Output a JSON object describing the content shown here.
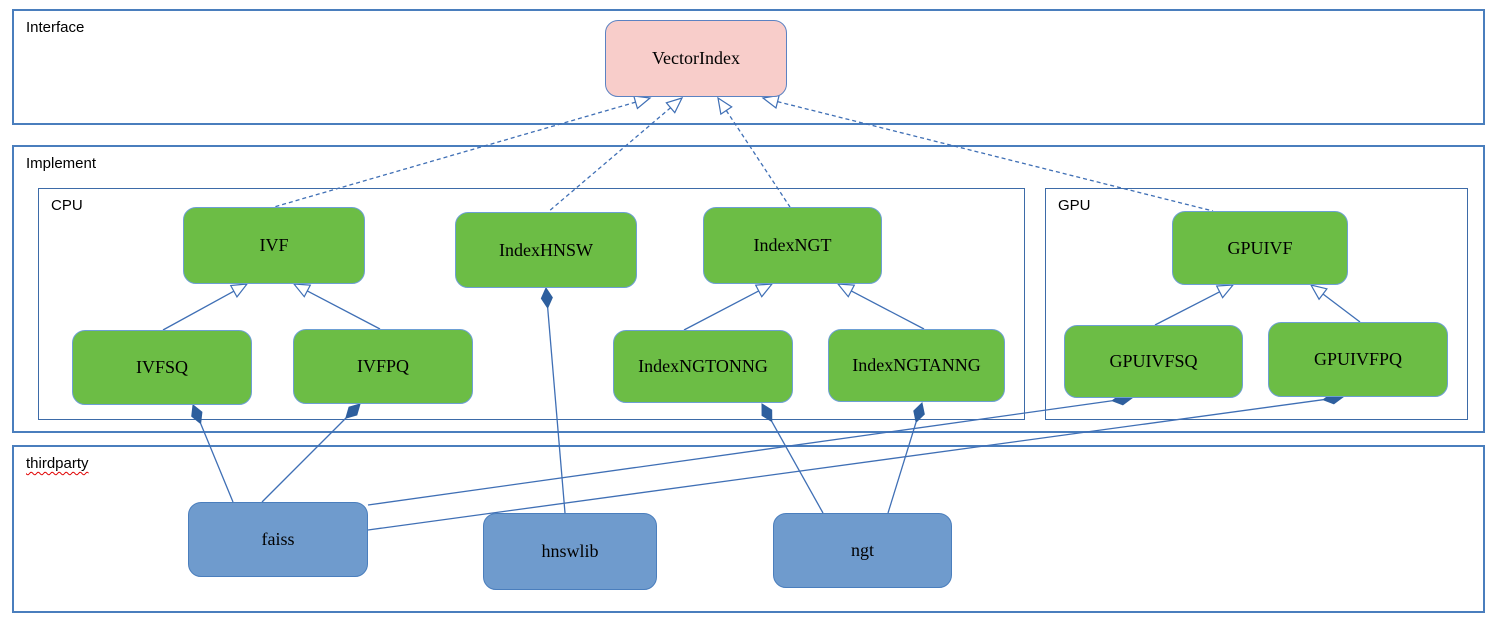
{
  "diagram": {
    "sections": [
      {
        "id": "interface",
        "label": "Interface"
      },
      {
        "id": "implement",
        "label": "Implement"
      },
      {
        "id": "cpu",
        "label": "CPU"
      },
      {
        "id": "gpu",
        "label": "GPU"
      },
      {
        "id": "thirdparty",
        "label": "thirdparty",
        "spellcheck_underline": true
      }
    ],
    "nodes": [
      {
        "id": "vectorindex",
        "label": "VectorIndex",
        "kind": "interface"
      },
      {
        "id": "ivf",
        "label": "IVF",
        "kind": "impl"
      },
      {
        "id": "indexhnsw",
        "label": "IndexHNSW",
        "kind": "impl"
      },
      {
        "id": "indexngt",
        "label": "IndexNGT",
        "kind": "impl"
      },
      {
        "id": "ivfsq",
        "label": "IVFSQ",
        "kind": "impl"
      },
      {
        "id": "ivfpq",
        "label": "IVFPQ",
        "kind": "impl"
      },
      {
        "id": "indexngtonng",
        "label": "IndexNGTONNG",
        "kind": "impl"
      },
      {
        "id": "indexngtanng",
        "label": "IndexNGTANNG",
        "kind": "impl"
      },
      {
        "id": "gpuivf",
        "label": "GPUIVF",
        "kind": "impl"
      },
      {
        "id": "gpuivfsq",
        "label": "GPUIVFSQ",
        "kind": "impl"
      },
      {
        "id": "gpuivfpq",
        "label": "GPUIVFPQ",
        "kind": "impl"
      },
      {
        "id": "faiss",
        "label": "faiss",
        "kind": "lib"
      },
      {
        "id": "hnswlib",
        "label": "hnswlib",
        "kind": "lib"
      },
      {
        "id": "ngt",
        "label": "ngt",
        "kind": "lib"
      }
    ],
    "edges": [
      {
        "from": "ivf",
        "to": "vectorindex",
        "type": "realization"
      },
      {
        "from": "indexhnsw",
        "to": "vectorindex",
        "type": "realization"
      },
      {
        "from": "indexngt",
        "to": "vectorindex",
        "type": "realization"
      },
      {
        "from": "gpuivf",
        "to": "vectorindex",
        "type": "realization"
      },
      {
        "from": "ivfsq",
        "to": "ivf",
        "type": "generalization"
      },
      {
        "from": "ivfpq",
        "to": "ivf",
        "type": "generalization"
      },
      {
        "from": "indexngtonng",
        "to": "indexngt",
        "type": "generalization"
      },
      {
        "from": "indexngtanng",
        "to": "indexngt",
        "type": "generalization"
      },
      {
        "from": "gpuivfsq",
        "to": "gpuivf",
        "type": "generalization"
      },
      {
        "from": "gpuivfpq",
        "to": "gpuivf",
        "type": "generalization"
      },
      {
        "from": "faiss",
        "to": "ivfsq",
        "type": "composition"
      },
      {
        "from": "faiss",
        "to": "ivfpq",
        "type": "composition"
      },
      {
        "from": "faiss",
        "to": "gpuivfsq",
        "type": "composition"
      },
      {
        "from": "faiss",
        "to": "gpuivfpq",
        "type": "composition"
      },
      {
        "from": "hnswlib",
        "to": "indexhnsw",
        "type": "composition"
      },
      {
        "from": "ngt",
        "to": "indexngtonng",
        "type": "composition"
      },
      {
        "from": "ngt",
        "to": "indexngtanng",
        "type": "composition"
      }
    ],
    "colors": {
      "interface_fill": "#f8cdca",
      "impl_fill": "#6cbd45",
      "lib_fill": "#6f9bcd",
      "node_border": "#6d9fd4",
      "section_border": "#4a7ebd",
      "line": "#3f6fb5",
      "diamond_fill": "#2e5f9e",
      "spellcheck": "#e00000"
    }
  }
}
